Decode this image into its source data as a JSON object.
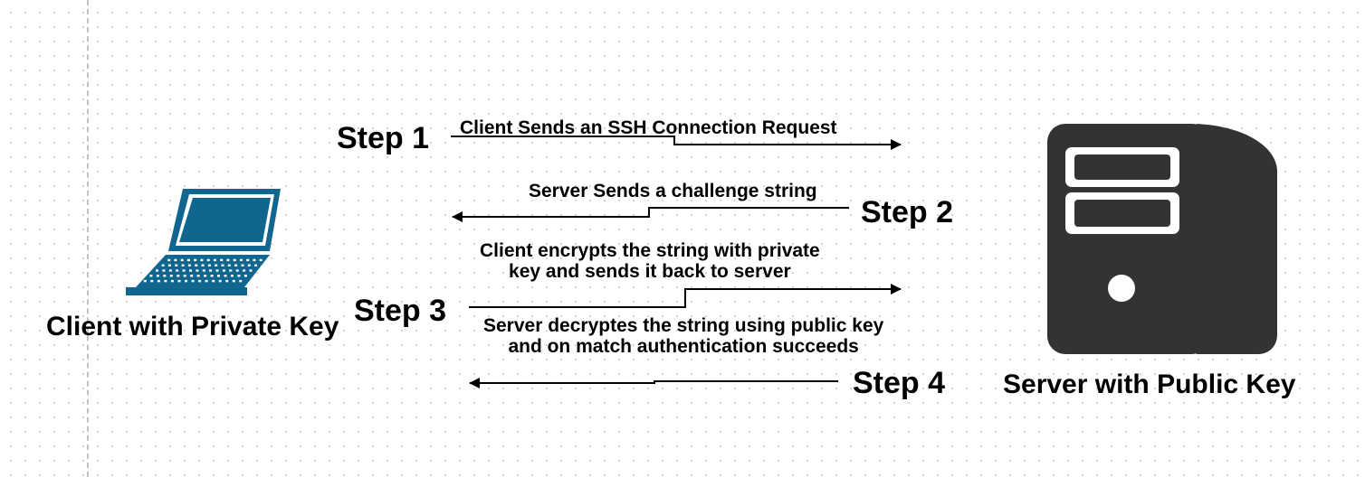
{
  "client": {
    "label": "Client with Private Key",
    "icon": "laptop-icon",
    "color": "#10668f"
  },
  "server": {
    "label": "Server with Public Key",
    "icon": "server-icon",
    "color": "#333333"
  },
  "steps": [
    {
      "label": "Step 1",
      "message_lines": [
        "Client Sends an SSH Connection Request"
      ],
      "direction": "client-to-server"
    },
    {
      "label": "Step 2",
      "message_lines": [
        "Server Sends a challenge string"
      ],
      "direction": "server-to-client"
    },
    {
      "label": "Step 3",
      "message_lines": [
        "Client encrypts the string with private",
        "key and sends it back to server"
      ],
      "direction": "client-to-server"
    },
    {
      "label": "Step 4",
      "message_lines": [
        "Server decryptes the string using public key",
        "and on match authentication succeeds"
      ],
      "direction": "server-to-client"
    }
  ]
}
